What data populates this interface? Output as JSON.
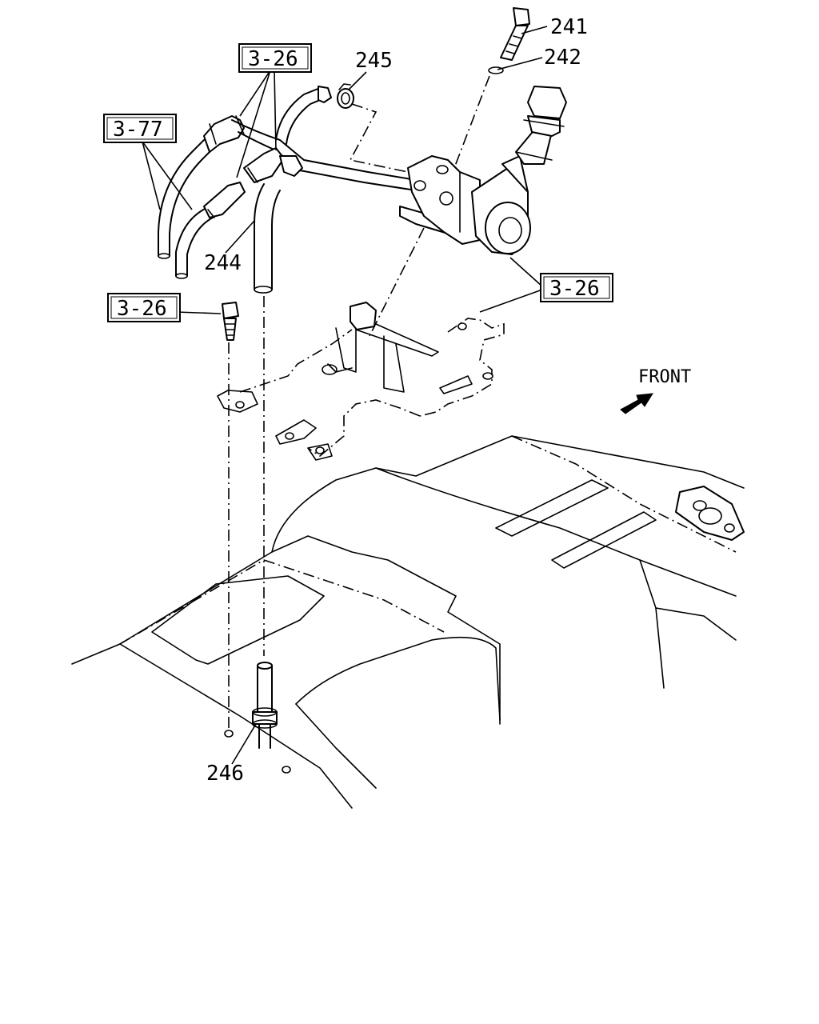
{
  "labels": {
    "ref_241": "241",
    "ref_242": "242",
    "ref_244": "244",
    "ref_245": "245",
    "ref_246": "246",
    "ref_3_26_top": "3-26",
    "ref_3_77": "3-77",
    "ref_3_26_left": "3-26",
    "ref_3_26_right": "3-26",
    "front": "FRONT"
  },
  "icons": {
    "front_arrow": "front-arrow-icon"
  },
  "colors": {
    "line": "#000000",
    "background": "#ffffff"
  }
}
